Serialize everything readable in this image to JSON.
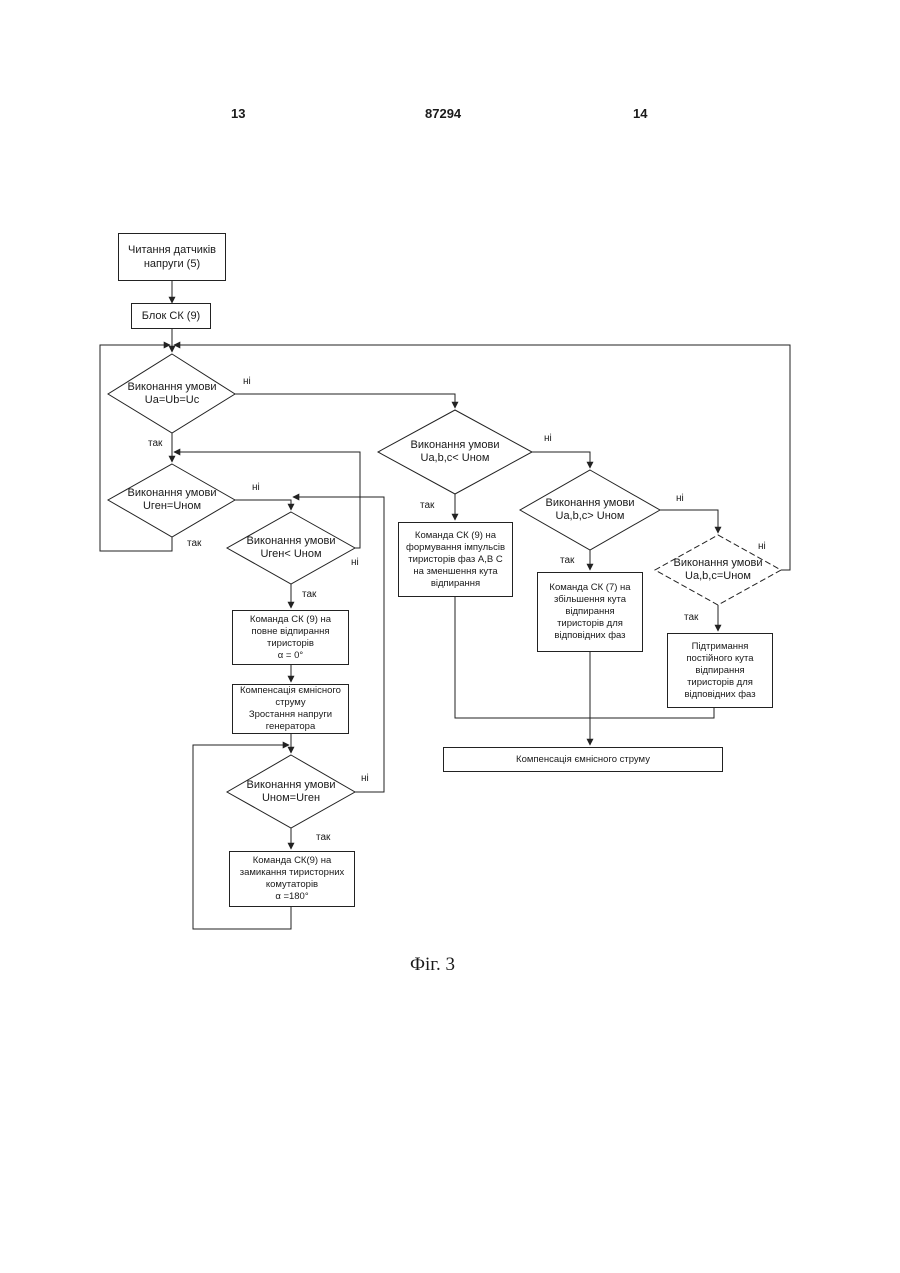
{
  "header": {
    "page_left": "13",
    "patent_number": "87294",
    "page_right": "14"
  },
  "flowchart": {
    "boxes": {
      "read_sensors": "Читання датчиків\nнапруги (5)",
      "block_sk": "Блок СК (9)",
      "cmd_open": "Команда  СК (9) на\nповне відпирання\nтиристорів\nα = 0°",
      "compensation_rise": "Компенсація ємнісного\nструму\nЗростання напруги\nгенератора",
      "cmd_close": "Команда  СК(9) на\nзамикання тиристорних\nкомутаторів\nα =180°",
      "cmd_pulses": "Команда  СК (9) на\nформування імпульсів\nтиристорів фаз А,В С\nна зменшення кута\nвідпирання",
      "cmd_increase": "Команда  СК (7) на\nзбільшення  кута\nвідпирання\nтиристорів для\nвідповідних фаз",
      "maintain": "Підтримання\nпостійного  кута\nвідпирання\nтиристорів для\nвідповідних фаз",
      "compensation_final": "Компенсація ємнісного струму"
    },
    "decisions": {
      "d1": "Виконання умови\nUa=Ub=Uc",
      "d2": "Виконання умови\nUген=Uном",
      "d3": "Виконання умови\nUген< Uном",
      "d4": "Виконання умови\nUном=Uген",
      "d5": "Виконання умови\nUa,b,c< Uном",
      "d6": "Виконання умови\nUa,b,c> Uном",
      "d7": "Виконання умови\nUa,b,c=Uном"
    },
    "labels": {
      "no": "ні",
      "yes": "так"
    }
  },
  "caption": "Фіг. 3"
}
